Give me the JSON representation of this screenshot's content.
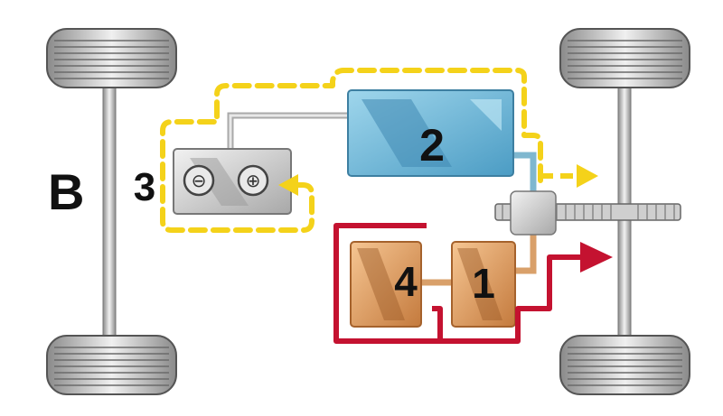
{
  "diagram": {
    "panel_letter": "B",
    "components": [
      {
        "id": "engine",
        "number": "1",
        "color": "#d9945a"
      },
      {
        "id": "battery-pack",
        "number": "2",
        "color": "#6fb9d8"
      },
      {
        "id": "auxiliary-battery",
        "number": "3",
        "color": "#d8d8d8"
      },
      {
        "id": "generator",
        "number": "4",
        "color": "#d9945a"
      }
    ],
    "flows": [
      {
        "id": "electric-flow",
        "color": "#f4d21a",
        "style": "dashed"
      },
      {
        "id": "mechanical-flow",
        "color": "#c41230",
        "style": "solid"
      }
    ],
    "battery_terminals": {
      "negative": "⊖",
      "positive": "⊕"
    }
  }
}
